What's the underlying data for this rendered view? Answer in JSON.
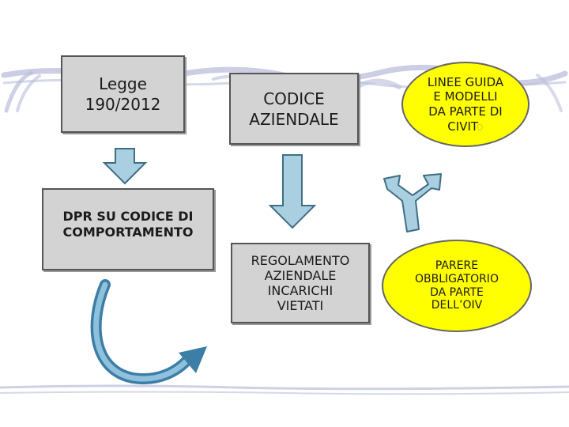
{
  "diagram": {
    "legge": "Legge\n190/2012",
    "dpr": "DPR SU CODICE DI\nCOMPORTAMENTO",
    "codice": "CODICE\nAZIENDALE",
    "regolamento": "REGOLAMENTO\nAZIENDALE\nINCARICHI\nVIETATI",
    "linee_guida": "LINEE GUIDA\nE MODELLI\nDA PARTE DI\nCIVIT",
    "linee_guida_tail": "o",
    "parere": "PARERE\nOBBLIGATORIO\nDA PARTE\nDELL’OIV"
  },
  "colors": {
    "box_fill": "#d3d3d3",
    "ellipse_fill": "#ffff00",
    "arrow_fill": "#a9cfe0",
    "arrow_stroke": "#3e6f86",
    "curve_arrow": "#3d7ea6",
    "brush_stroke": "#b7bcd9"
  },
  "icons": [
    "down-arrow",
    "three-way-arrow",
    "curved-arrow"
  ]
}
